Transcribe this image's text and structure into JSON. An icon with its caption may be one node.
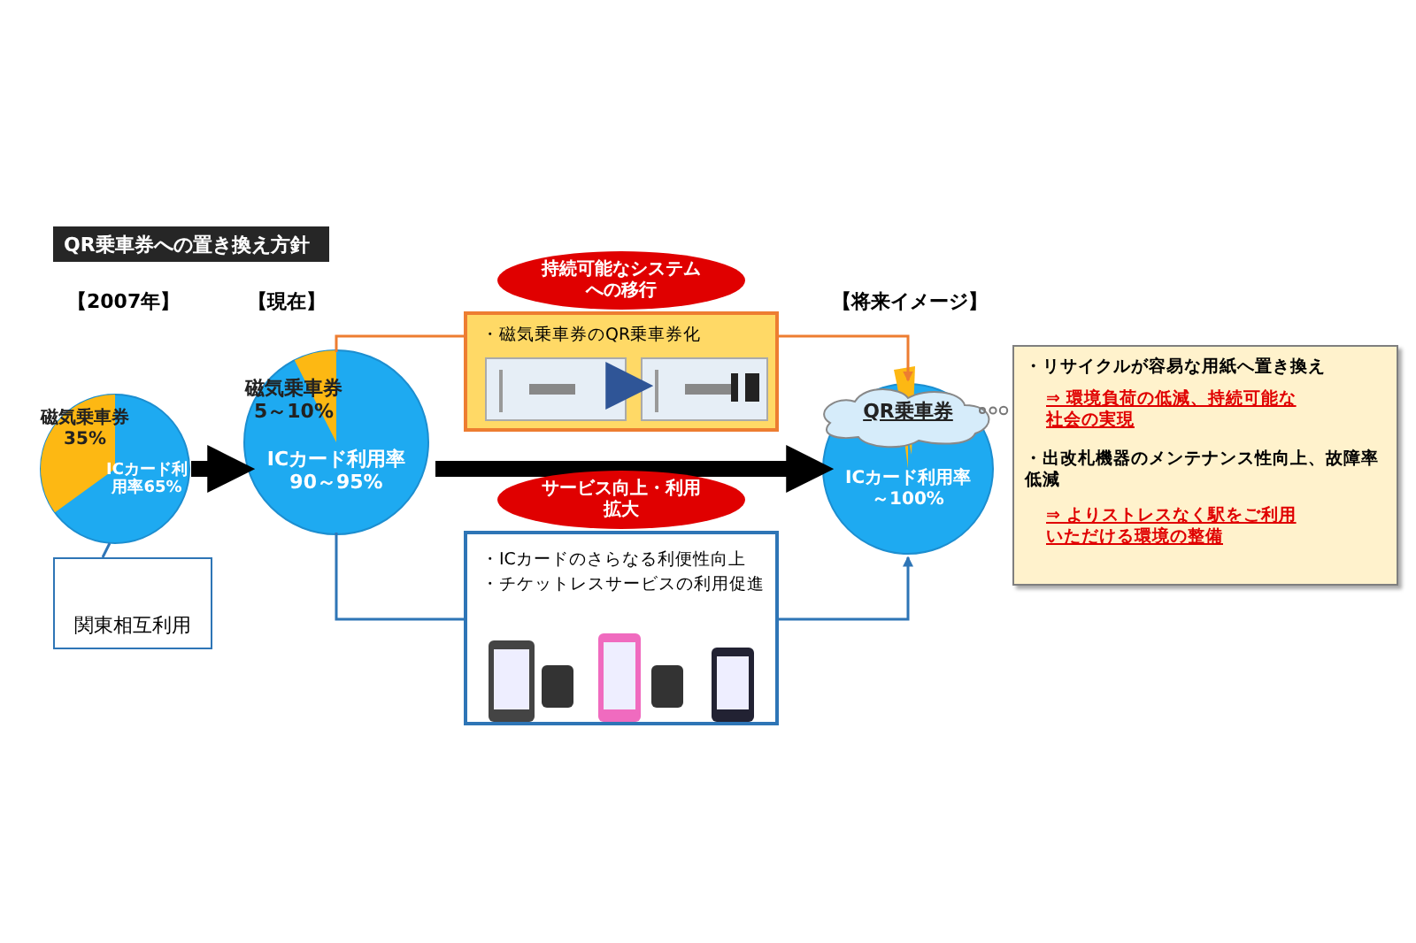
{
  "diagram": {
    "nodes": [
      {
        "text": [
          "QR乗車券への置き換え方針"
        ]
      },
      {
        "text": [
          "磁気乗車券35%",
          "ICカード利用率65%"
        ]
      },
      {
        "text": [
          "関東相互利用"
        ]
      },
      {
        "text": [
          "磁気乗車券5～10%",
          "ICカード利用率90～95%"
        ]
      },
      {
        "text": [
          "持続可能なシステムへの移行"
        ]
      },
      {
        "text": [
          "・磁気乗車券のQR乗車券化"
        ]
      },
      {
        "text": [],
        "shape": "picture",
        "in": 5
      },
      {
        "text": [],
        "shape": "picture",
        "in": 5
      },
      {
        "text": [
          "QR乗車券",
          "ICカード利用率～100%"
        ]
      },
      {
        "text": [
          "サービス向上・利用拡大"
        ]
      },
      {
        "text": [
          "・ICカードのさらなる利便性向上",
          "・チケットレスサービスの利用促進"
        ]
      },
      {
        "text": [],
        "shape": "picture",
        "in": 10
      },
      {
        "text": [
          "・リサイクルが容易な用紙へ置き換え",
          "⇒ 環境負荷の低減、持続可能な社会の実現",
          "・出改札機器のメンテナンス性向上、故障率低減",
          "⇒ よりストレスなく駅をご利用いただける環境の整備"
        ]
      }
    ],
    "edges": [
      {
        "from": 1,
        "to": 3,
        "arrow": "to",
        "style": "thick",
        "color": "#000000"
      },
      {
        "from": 3,
        "to": 8,
        "arrow": "to",
        "style": "thick",
        "color": "#000000"
      },
      {
        "from": 3,
        "to": 5,
        "arrow": "none",
        "color": "#ed7d31"
      },
      {
        "from": 5,
        "to": 8,
        "arrow": "to",
        "color": "#ed7d31"
      },
      {
        "from": 3,
        "to": 10,
        "arrow": "none",
        "color": "#2e75b6"
      },
      {
        "from": 10,
        "to": 8,
        "arrow": "to",
        "color": "#2e75b6"
      },
      {
        "from": 6,
        "to": 7,
        "arrow": "to",
        "style": "thick",
        "color": "#2f5597"
      },
      {
        "from": 2,
        "to": 1,
        "arrow": "none",
        "color": "#2e75b6"
      }
    ],
    "labels": [
      "【2007年】",
      "【現在】",
      "【将来イメージ】"
    ]
  }
}
